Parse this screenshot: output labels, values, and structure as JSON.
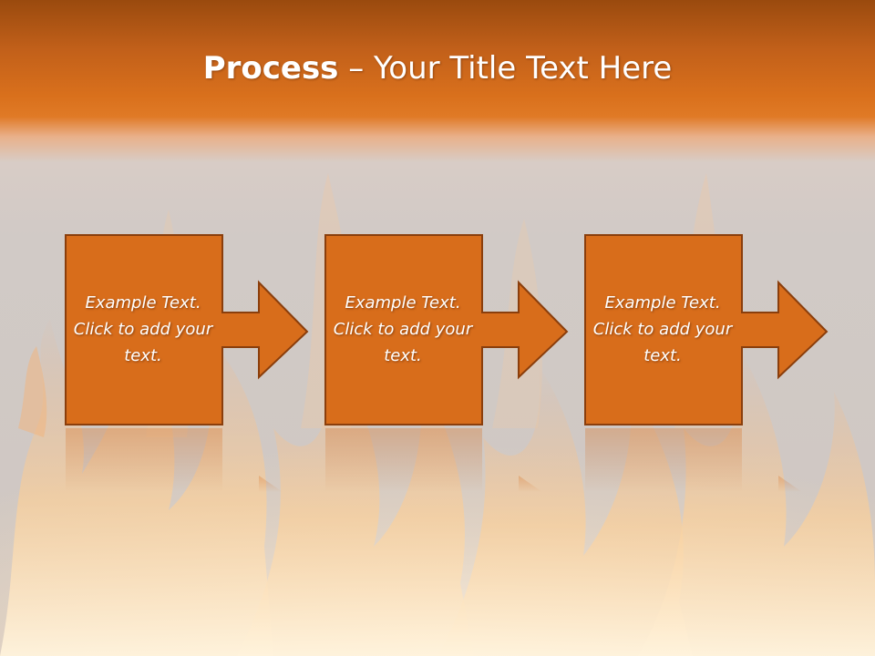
{
  "title": {
    "bold": "Process",
    "rest": " – Your Title Text Here"
  },
  "steps": [
    {
      "text": "Example Text. Click  to add your text."
    },
    {
      "text": "Example Text. Click  to add your text."
    },
    {
      "text": "Example Text. Click  to add your text."
    }
  ],
  "colors": {
    "header": "#d9701c",
    "box_fill": "#d86d1b",
    "box_stroke": "#8a3e0c",
    "text": "#ffffff"
  }
}
